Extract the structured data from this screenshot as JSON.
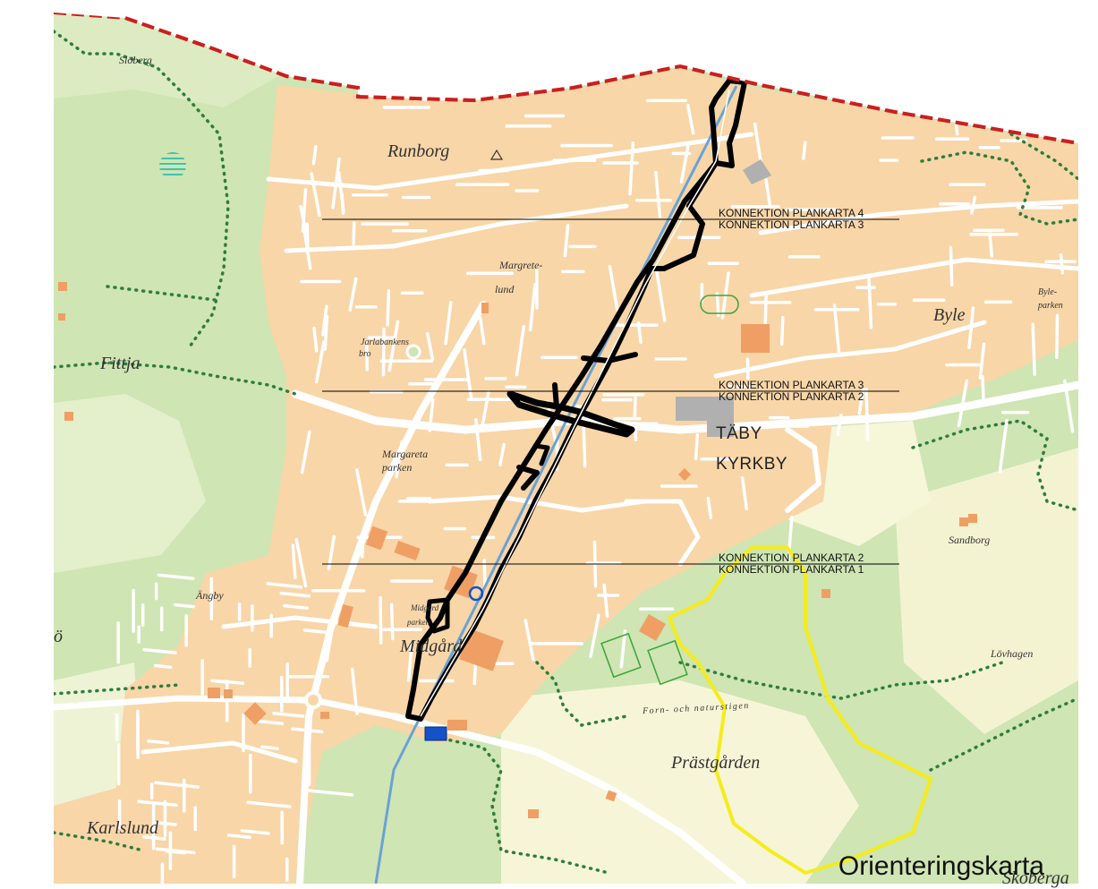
{
  "map": {
    "title": "Orienteringskarta",
    "district": {
      "line1": "TÄBY",
      "line2": "KYRKBY"
    },
    "places": [
      {
        "id": "sloberg",
        "label": "Slöberg"
      },
      {
        "id": "runborg",
        "label": "Runborg"
      },
      {
        "id": "margrete1",
        "label": "Margrete-"
      },
      {
        "id": "margrete2",
        "label": "lund"
      },
      {
        "id": "jarla1",
        "label": "Jarlabankens"
      },
      {
        "id": "jarla2",
        "label": "bro"
      },
      {
        "id": "fittja",
        "label": "Fittja"
      },
      {
        "id": "byle",
        "label": "Byle"
      },
      {
        "id": "byleparken1",
        "label": "Byle-"
      },
      {
        "id": "byleparken2",
        "label": "parken"
      },
      {
        "id": "margaretaparken1",
        "label": "Margareta"
      },
      {
        "id": "margaretaparken2",
        "label": "parken"
      },
      {
        "id": "angby",
        "label": "Ängby"
      },
      {
        "id": "midgard",
        "label": "Midgård"
      },
      {
        "id": "midgardparken1",
        "label": "Midgård"
      },
      {
        "id": "midgardparken2",
        "label": "parken"
      },
      {
        "id": "sandborg",
        "label": "Sandborg"
      },
      {
        "id": "lovhagen",
        "label": "Lövhagen"
      },
      {
        "id": "fornstigen",
        "label": "Forn- och naturstigen"
      },
      {
        "id": "prastgarden",
        "label": "Prästgården"
      },
      {
        "id": "karlslund",
        "label": "Karlslund"
      },
      {
        "id": "skoberga",
        "label": "Skoberga"
      },
      {
        "id": "edge",
        "label": "ö"
      }
    ],
    "connections": [
      {
        "upper": "KONNEKTION PLANKARTA 4",
        "lower": "KONNEKTION PLANKARTA 3"
      },
      {
        "upper": "KONNEKTION PLANKARTA 3",
        "lower": "KONNEKTION PLANKARTA 2"
      },
      {
        "upper": "KONNEKTION PLANKARTA 2",
        "lower": "KONNEKTION PLANKARTA 1"
      }
    ],
    "colors": {
      "urban": "#f8d6a8",
      "forest": "#cfe5b3",
      "open": "#f7f5d7",
      "road": "#ffffff",
      "building": "#ef9f64",
      "boundary": "#cc1e1e",
      "trail": "#2e7d3e",
      "plan_area": "#000000",
      "study_area": "#f4ec1e",
      "rail": "#6aa2d6",
      "station": "#1452c8"
    }
  }
}
